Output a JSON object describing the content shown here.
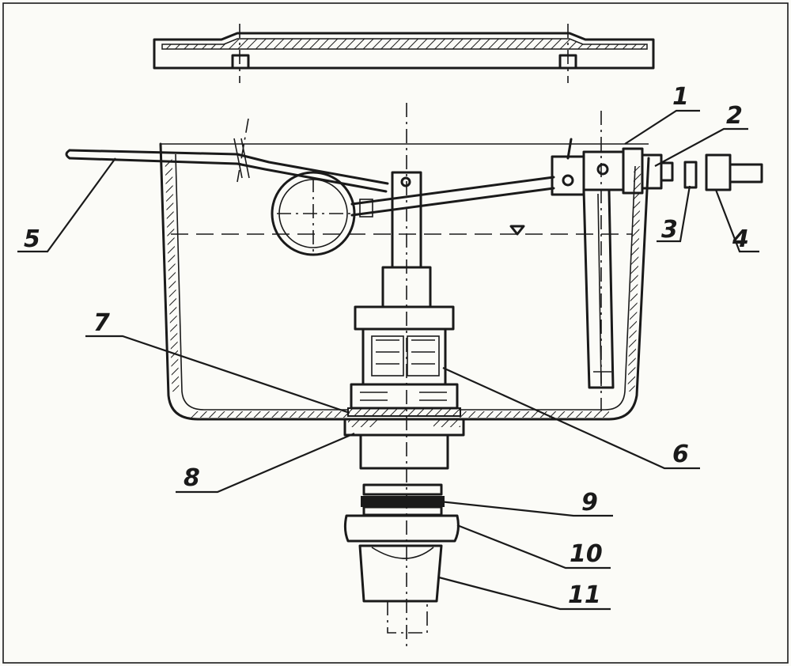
{
  "labels": [
    {
      "id": "1",
      "text": "1"
    },
    {
      "id": "2",
      "text": "2"
    },
    {
      "id": "3",
      "text": "3"
    },
    {
      "id": "4",
      "text": "4"
    },
    {
      "id": "5",
      "text": "5"
    },
    {
      "id": "6",
      "text": "6"
    },
    {
      "id": "7",
      "text": "7"
    },
    {
      "id": "8",
      "text": "8"
    },
    {
      "id": "9",
      "text": "9"
    },
    {
      "id": "10",
      "text": "10"
    },
    {
      "id": "11",
      "text": "11"
    }
  ],
  "colors": {
    "ink": "#1a1a1a",
    "paper": "#fbfbf7"
  }
}
